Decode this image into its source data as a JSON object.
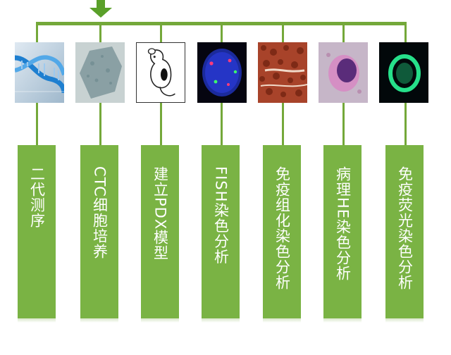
{
  "diagram": {
    "colors": {
      "line": "#74a83a",
      "box": "#7ab344",
      "arrow": "#5aa02a",
      "text": "#ffffff"
    },
    "methods": [
      {
        "label": "二代测序",
        "image": "dna-helix-image"
      },
      {
        "label": "CTC细胞培养",
        "image": "ctc-culture-image"
      },
      {
        "label": "建立PDX模型",
        "image": "mouse-sketch-image"
      },
      {
        "label": "FISH染色分析",
        "image": "fish-nucleus-image"
      },
      {
        "label": "免疫组化染色分析",
        "image": "ihc-tissue-image"
      },
      {
        "label": "病理HE染色分析",
        "image": "he-cell-image"
      },
      {
        "label": "免疫荧光染色分析",
        "image": "if-green-cell-image"
      }
    ]
  }
}
